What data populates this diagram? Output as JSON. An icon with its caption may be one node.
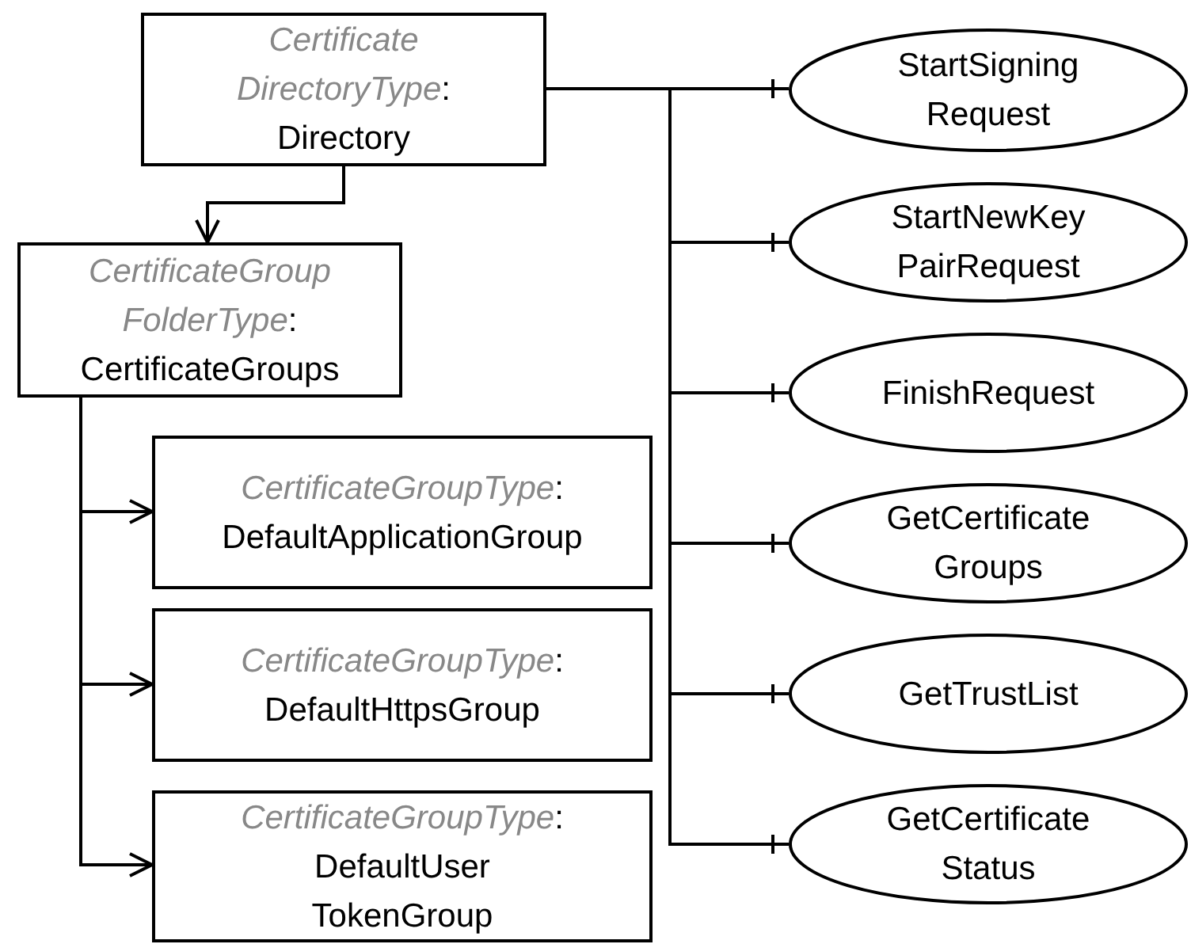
{
  "diagram": {
    "nodes": [
      {
        "text": [
          "*Certificate DirectoryType*:",
          "Directory"
        ]
      },
      {
        "text": [
          "*CertificateGroup FolderType*:",
          "CertificateGroups"
        ]
      },
      {
        "text": [
          "*CertificateGroupType*:",
          "DefaultApplicationGroup"
        ]
      },
      {
        "text": [
          "*CertificateGroupType*:",
          "DefaultHttpsGroup"
        ]
      },
      {
        "text": [
          "*CertificateGroupType*:",
          "DefaultUser TokenGroup"
        ]
      },
      {
        "text": [
          "StartSigning Request"
        ]
      },
      {
        "text": [
          "StartNewKey PairRequest"
        ]
      },
      {
        "text": [
          "FinishRequest"
        ]
      },
      {
        "text": [
          "GetCertificate Groups"
        ]
      },
      {
        "text": [
          "GetTrustList"
        ]
      },
      {
        "text": [
          "GetCertificate Status"
        ]
      }
    ],
    "edges": [
      {
        "from": 0,
        "to": 1,
        "arrow": "to"
      },
      {
        "from": 1,
        "to": 2,
        "arrow": "to"
      },
      {
        "from": 1,
        "to": 3,
        "arrow": "to"
      },
      {
        "from": 1,
        "to": 4,
        "arrow": "to"
      },
      {
        "from": 0,
        "to": 5,
        "arrow": "other"
      },
      {
        "from": 0,
        "to": 6,
        "arrow": "other"
      },
      {
        "from": 0,
        "to": 7,
        "arrow": "other"
      },
      {
        "from": 0,
        "to": 8,
        "arrow": "other"
      },
      {
        "from": 0,
        "to": 9,
        "arrow": "other"
      },
      {
        "from": 0,
        "to": 10,
        "arrow": "other"
      }
    ]
  }
}
